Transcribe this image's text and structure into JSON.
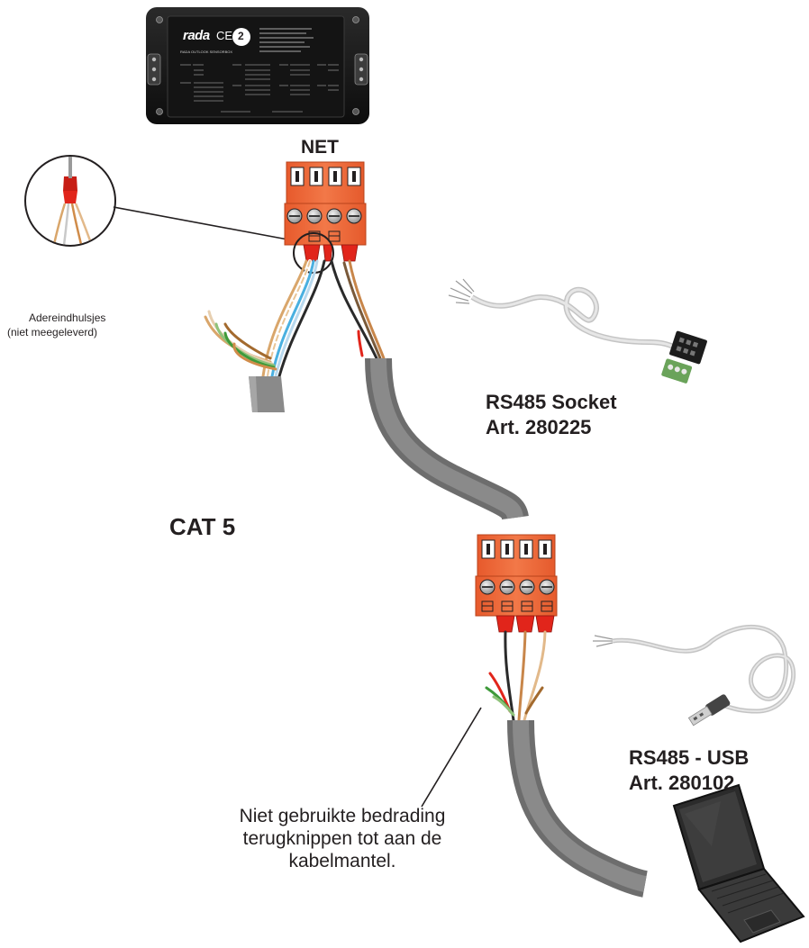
{
  "sensorbox": {
    "brand": "rada",
    "ce_mark": "CE",
    "badge_number": "2",
    "product_name": "RADA OUTLOOK SENSORBOX"
  },
  "labels": {
    "net": "NET",
    "ferrule_line1": "Adereindhulsjes",
    "ferrule_line2": "(niet meegeleverd)",
    "rs485_socket_name": "RS485 Socket",
    "rs485_socket_art": "Art. 280225",
    "cat5": "CAT 5",
    "rs485_usb_name": "RS485 - USB",
    "rs485_usb_art": "Art. 280102",
    "note_line1": "Niet gebruikte bedrading",
    "note_line2": "terugknippen tot aan de",
    "note_line3": "kabelmantel."
  },
  "colors": {
    "terminal_orange": "#ef6a3a",
    "ferrule_red": "#e1251b",
    "cable_grey": "#7a7a7a",
    "device_black": "#1b1b1b",
    "text": "#231f20"
  }
}
